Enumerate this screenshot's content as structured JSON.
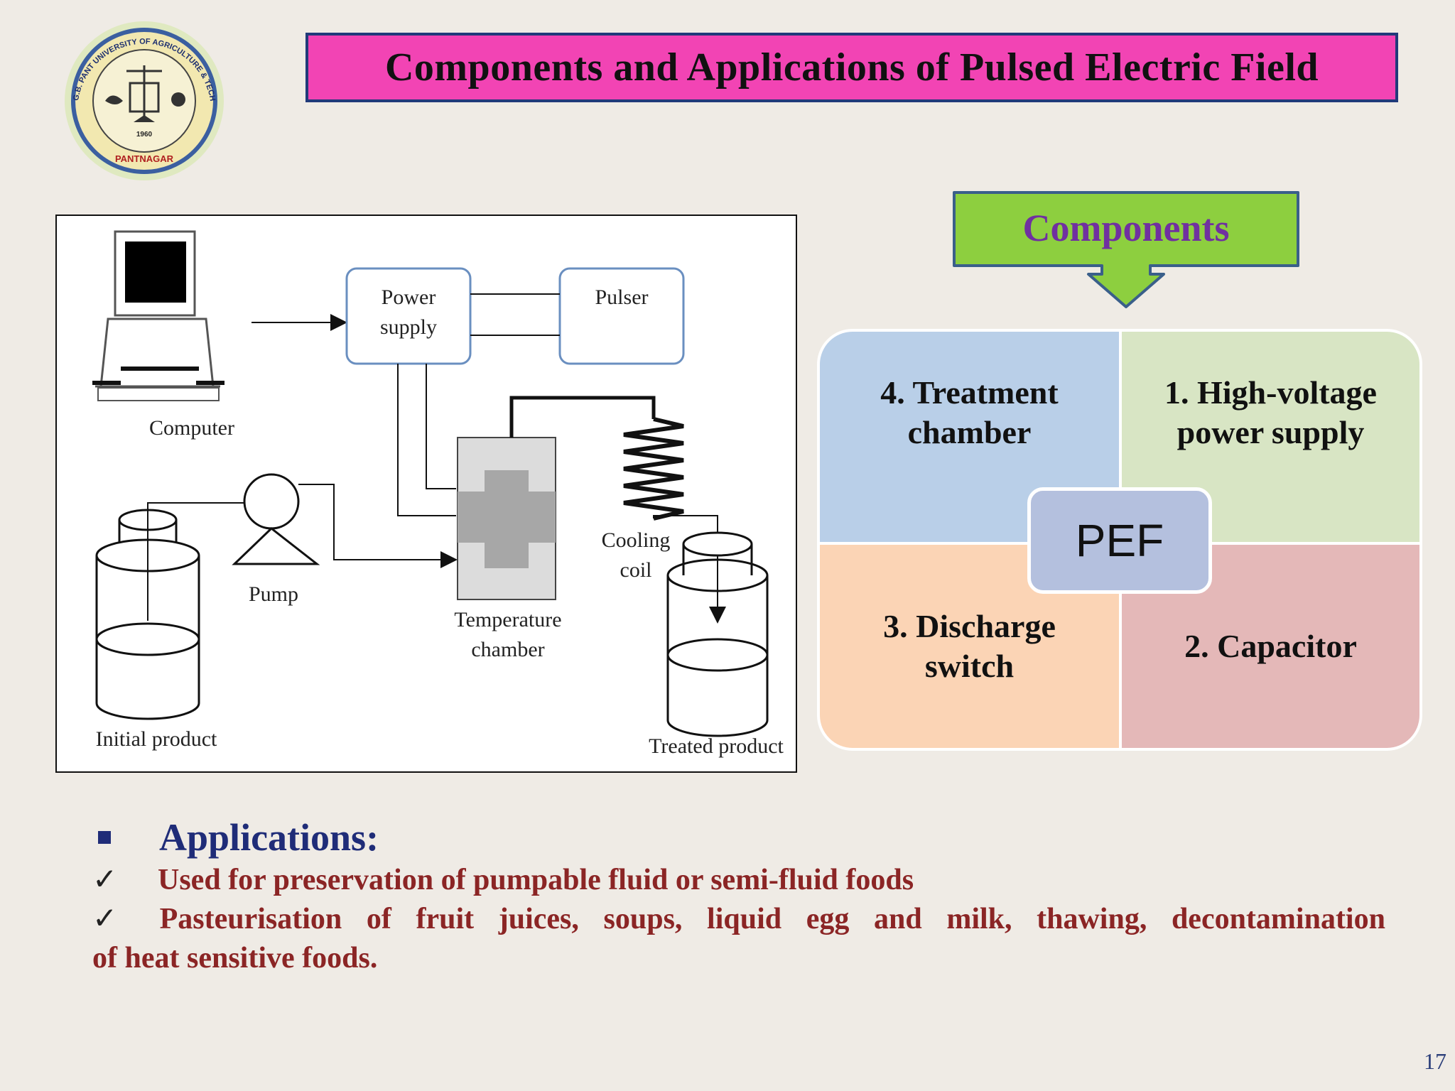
{
  "logo": {
    "year": "1960",
    "top_arc": "G.B. PANT UNIVERSITY OF AGRICULTURE & TECHNOLOGY",
    "bottom_text": "PANTNAGAR"
  },
  "title": "Components and Applications of Pulsed Electric Field",
  "diagram": {
    "computer": "Computer",
    "power_supply_1": "Power",
    "power_supply_2": "supply",
    "pulser": "Pulser",
    "pump": "Pump",
    "temperature_chamber_1": "Temperature",
    "temperature_chamber_2": "chamber",
    "cooling_coil_1": "Cooling",
    "cooling_coil_2": "coil",
    "initial_product": "Initial product",
    "treated_product": "Treated product"
  },
  "components": {
    "heading": "Components",
    "center": "PEF",
    "q1": "1. High-voltage power supply",
    "q2": "2. Capacitor",
    "q3": "3. Discharge switch",
    "q4": "4. Treatment chamber"
  },
  "applications": {
    "heading": "Applications:",
    "check": "✓",
    "item1": "Used for preservation of pumpable fluid or semi-fluid foods",
    "item2_words": [
      "Pasteurisation",
      "of",
      "fruit",
      "juices,",
      "soups,",
      "liquid",
      "egg",
      "and",
      "milk,",
      "thawing,",
      "decontamination"
    ],
    "item2_cont": "of heat sensitive foods."
  },
  "page_number": "17",
  "colors": {
    "background": "#efebe5",
    "title_banner": "#f244b4",
    "components_arrow": "#8dcf3f",
    "heading_purple": "#7030a0",
    "applications_blue": "#1f2c78",
    "applications_text": "#8b2525"
  }
}
